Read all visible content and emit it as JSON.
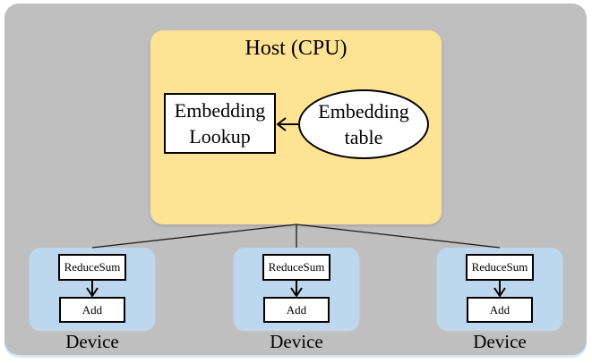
{
  "diagram": {
    "host": {
      "title": "Host (CPU)",
      "embedding_lookup": "Embedding Lookup",
      "embedding_table": "Embedding table"
    },
    "devices": [
      {
        "op1": "ReduceSum",
        "op2": "Add",
        "label": "Device"
      },
      {
        "op1": "ReduceSum",
        "op2": "Add",
        "label": "Device"
      },
      {
        "op1": "ReduceSum",
        "op2": "Add",
        "label": "Device"
      }
    ],
    "colors": {
      "page_white": "#FFFFFF",
      "canvas_gray": "#BFBFBF",
      "host_yellow": "#FFE395",
      "device_blue": "#BDD7EE",
      "stroke_black": "#000000"
    }
  }
}
